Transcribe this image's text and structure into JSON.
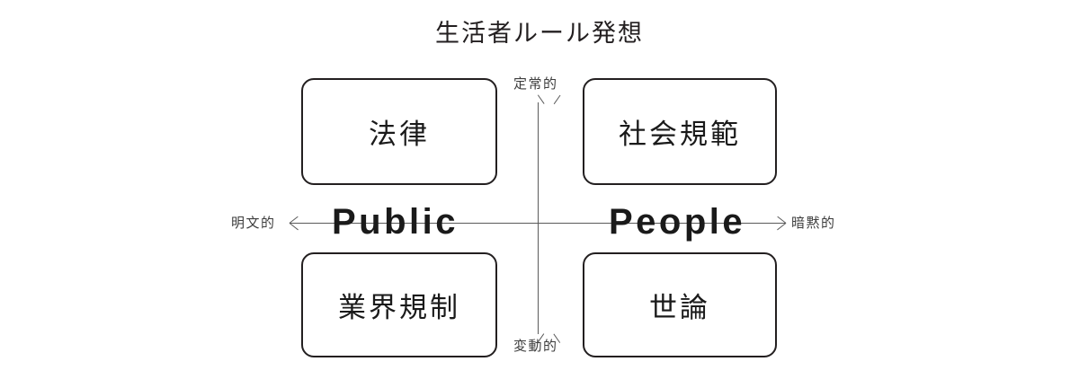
{
  "diagram": {
    "title": "生活者ルール発想",
    "background_color": "#ffffff",
    "line_color": "#5a5a5a",
    "box_border_color": "#231f20",
    "text_color": "#231f20",
    "axes": {
      "horizontal": {
        "left_word": "Public",
        "right_word": "People",
        "left_pole_label": "明文的",
        "right_pole_label": "暗黙的"
      },
      "vertical": {
        "top_pole_label": "定常的",
        "bottom_pole_label": "変動的"
      }
    },
    "quadrants": [
      {
        "position": "top-left",
        "label": "法律"
      },
      {
        "position": "top-right",
        "label": "社会規範"
      },
      {
        "position": "bottom-left",
        "label": "業界規制"
      },
      {
        "position": "bottom-right",
        "label": "世論"
      }
    ]
  }
}
